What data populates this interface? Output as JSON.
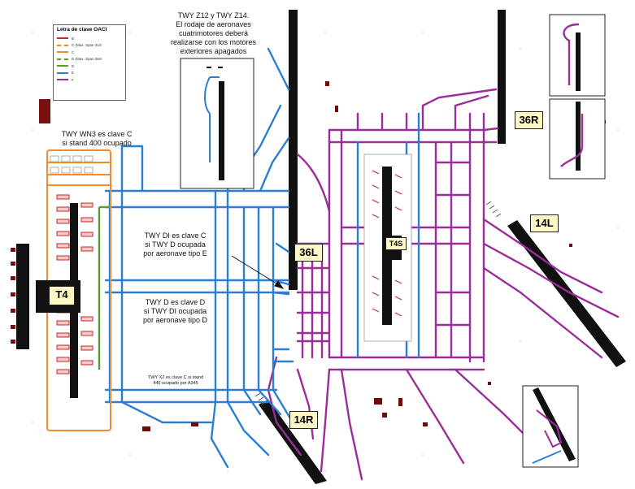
{
  "legend": {
    "title": "Letra de clave OACI",
    "items": [
      {
        "label": "B",
        "color": "#c62828",
        "dashed": false
      },
      {
        "label": "C (Max. Span 31m",
        "color": "#f28c28",
        "dashed": true
      },
      {
        "label": "C",
        "color": "#f28c28",
        "dashed": false
      },
      {
        "label": "D (Max. Span 38m",
        "color": "#5b9c2e",
        "dashed": true
      },
      {
        "label": "D",
        "color": "#5b9c2e",
        "dashed": false
      },
      {
        "label": "E",
        "color": "#2a7fd4",
        "dashed": false
      },
      {
        "label": "F",
        "color": "#9b2d9b",
        "dashed": false
      }
    ]
  },
  "runway_labels": {
    "r36r": "36R",
    "r36l": "36L",
    "r14l": "14L",
    "r14r": "14R"
  },
  "terminal_labels": {
    "t4": "T4",
    "t4s": "T4S"
  },
  "callouts": {
    "z12": "TWY Z12 y TWY Z14.\nEl rodaje de aeronaves\ncuatrimotores deberá\nrealizarse con los motores\nexteriores apagados",
    "wn3": "TWY WN3 es clave C\nsi stand 400 ocupado",
    "di": "TWY DI es clave C\nsi TWY D ocupada\npor aeronave tipo E",
    "d": "TWY D es clave D\nsi TWY DI ocupada\npor aeronave tipo D",
    "x2": "TWY X2 es clave C si stand\n446 ocupado por A345"
  },
  "colors": {
    "runway": "#111111",
    "twy_e": "#2a7fd4",
    "twy_f": "#9b2d9b",
    "twy_c": "#f28c28",
    "twy_d": "#5b9c2e",
    "stand_b": "#c62828",
    "label_bg": "#fdf7c3"
  }
}
